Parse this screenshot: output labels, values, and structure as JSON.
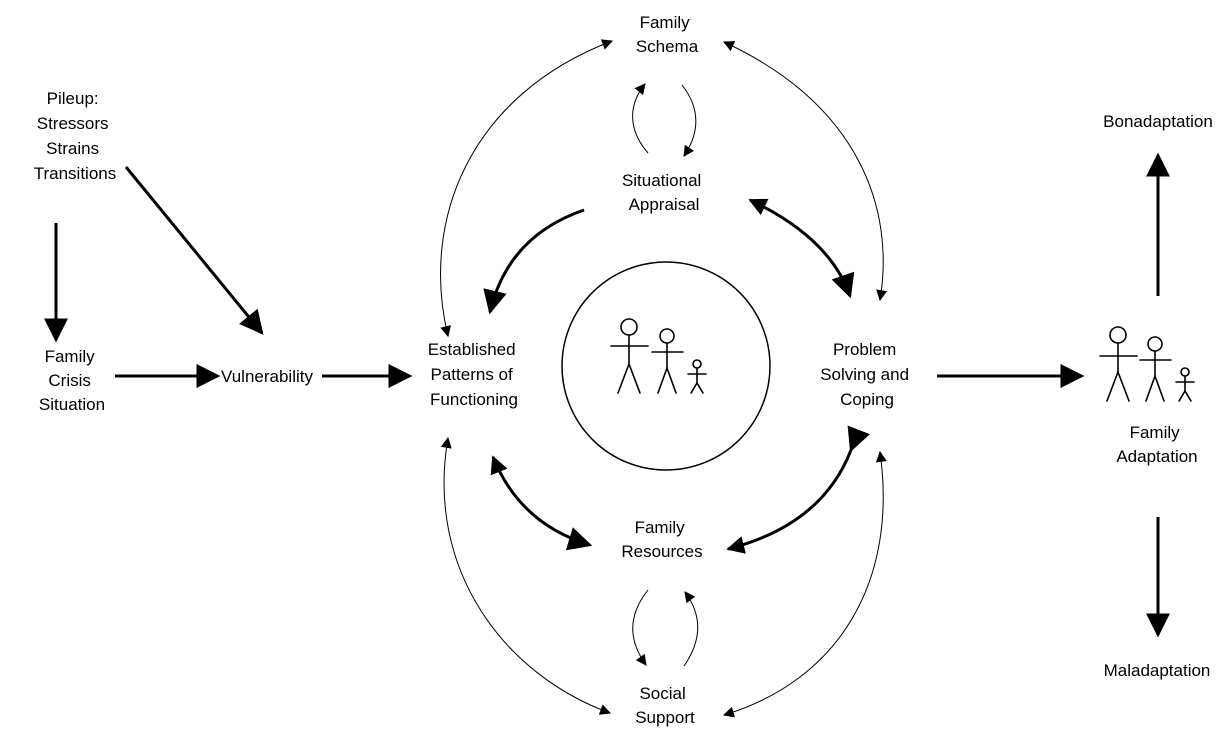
{
  "diagram": {
    "nodes": {
      "family_schema": [
        "Family",
        "Schema"
      ],
      "pileup": [
        "Pileup:",
        "Stressors",
        "Strains",
        "Transitions"
      ],
      "bonadaptation": [
        "Bonadaptation"
      ],
      "situational_appraisal": [
        "Situational",
        "Appraisal"
      ],
      "family_crisis_situation": [
        "Family",
        "Crisis",
        "Situation"
      ],
      "vulnerability": [
        "Vulnerability"
      ],
      "established_patterns": [
        "Established",
        "Patterns of",
        "Functioning"
      ],
      "problem_solving": [
        "Problem",
        "Solving and",
        "Coping"
      ],
      "family_adaptation": [
        "Family",
        "Adaptation"
      ],
      "family_resources": [
        "Family",
        "Resources"
      ],
      "social_support": [
        "Social",
        "Support"
      ],
      "maladaptation": [
        "Maladaptation"
      ]
    },
    "colors": {
      "ink": "#000000",
      "background": "#ffffff"
    },
    "icons": {
      "center_family": "stick-figure-family-icon",
      "adaptation_family": "stick-figure-family-icon"
    }
  }
}
